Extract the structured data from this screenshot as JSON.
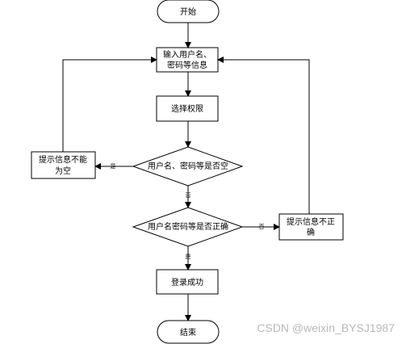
{
  "diagram": {
    "nodes": {
      "start": {
        "label": "开始"
      },
      "input": {
        "line1": "输入用户名、",
        "line2": "密码等信息"
      },
      "select_role": {
        "label": "选择权限"
      },
      "check_empty": {
        "label": "用户名、密码等是否空"
      },
      "check_correct": {
        "label": "用户名密码等是否正确"
      },
      "login_ok": {
        "label": "登录成功"
      },
      "end": {
        "label": "结束"
      },
      "msg_empty": {
        "line1": "提示信息不能",
        "line2": "为空"
      },
      "msg_wrong": {
        "line1": "提示信息不正",
        "line2": "确"
      }
    },
    "edges": {
      "empty_yes": "是",
      "empty_no": "否",
      "correct_no": "否",
      "correct_yes": "是"
    }
  },
  "watermark": "CSDN @weixin_BYSJ1987"
}
